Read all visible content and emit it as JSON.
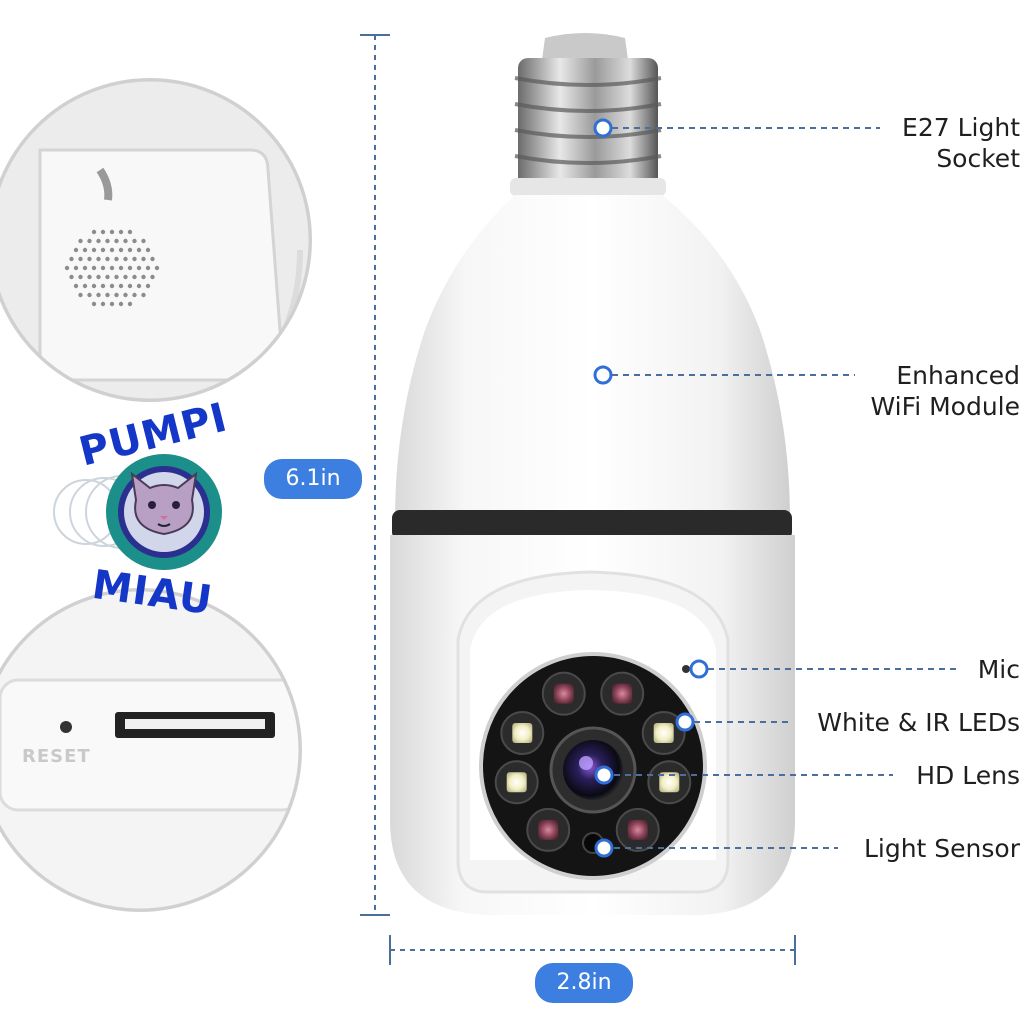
{
  "callouts": {
    "socket": [
      "E27 Light",
      "Socket"
    ],
    "wifi": [
      "Enhanced",
      "WiFi Module"
    ],
    "mic": "Mic",
    "leds": "White & IR LEDs",
    "lens": "HD Lens",
    "sensor": "Light Sensor"
  },
  "dimensions": {
    "height": "6.1in",
    "width": "2.8in"
  },
  "watermark": {
    "top": "PUMPI",
    "bottom": "MIAU"
  },
  "inset_bottom": {
    "reset_label": "RESET"
  },
  "colors": {
    "accent": "#3d7fe0",
    "dashed": "#4a6f9a",
    "brand": "#1537c8",
    "logo_ring": "#1d8f8a"
  }
}
